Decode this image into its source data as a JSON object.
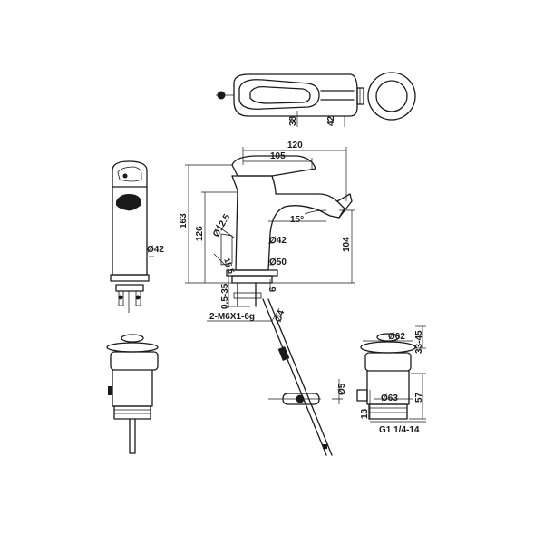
{
  "top_view": {
    "dim_38": "38",
    "dim_42": "42"
  },
  "side_view": {
    "diameter_42": "Ø42"
  },
  "front_view": {
    "width_120": "120",
    "width_105": "105",
    "height_163": "163",
    "height_126": "126",
    "spout_height_104": "104",
    "spout_angle": "15°",
    "inlet_diameter": "Ø12.5",
    "inlet_length": "15.5",
    "body_diameter": "Ø42",
    "base_diameter": "Ø50",
    "base_height": "6",
    "deck_thickness": "0.5-35",
    "stud_thread": "2-M6X1-6g",
    "rod_diameter": "Ø4"
  },
  "drain": {
    "head_diameter": "Ø62",
    "head_height": "33-45",
    "body_diameter": "Ø63",
    "body_height": "57",
    "pin_diameter": "Ø5",
    "overflow_height": "13",
    "thread": "G1 1/4-14"
  }
}
